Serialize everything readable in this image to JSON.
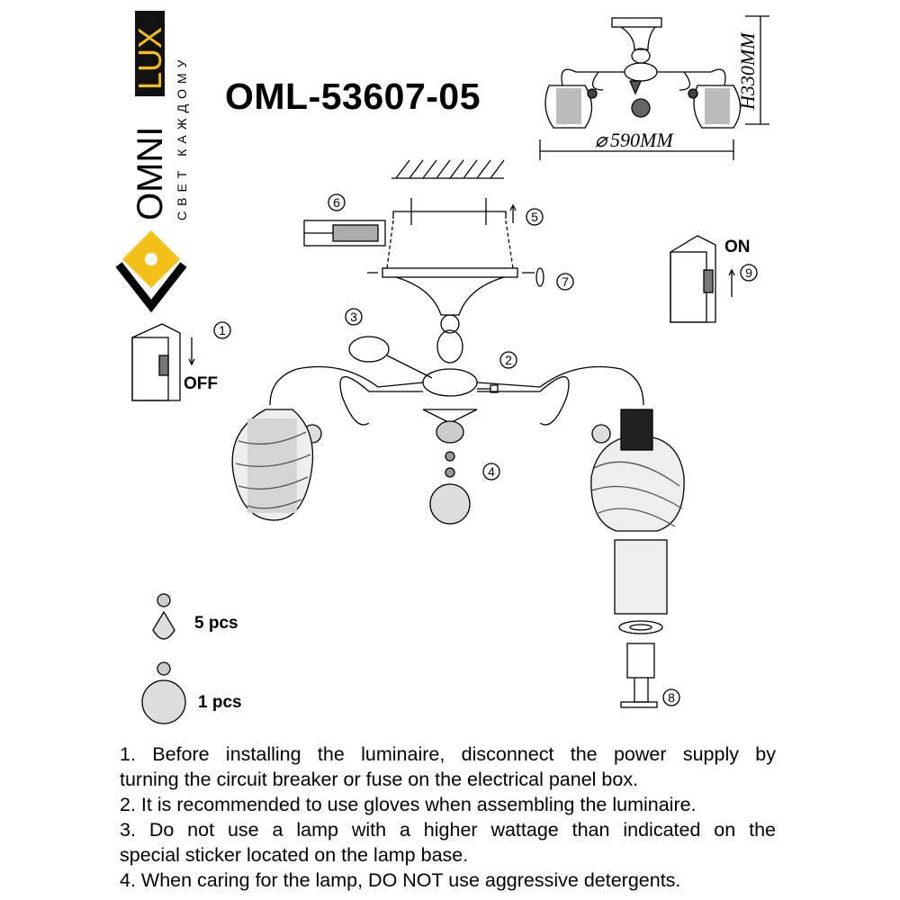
{
  "brand": {
    "logo_text_primary": "OMNI",
    "logo_text_accent": "LUX",
    "tagline": "СВЕТ КАЖДОМУ",
    "accent_color": "#f5bf1a"
  },
  "title": "OML-53607-05",
  "dimensions": {
    "diameter": "590MM",
    "diameter_symbol": "⌀",
    "height": "H330MM"
  },
  "steps": {
    "s1": "1",
    "s2": "2",
    "s3": "3",
    "s4": "4",
    "s5": "5",
    "s6": "6",
    "s7": "7",
    "s8": "8",
    "s9": "9"
  },
  "switch": {
    "off_label": "OFF",
    "on_label": "ON"
  },
  "parts": [
    {
      "qty": "5 pcs"
    },
    {
      "qty": "1 pcs"
    }
  ],
  "instructions": [
    {
      "lines": [
        "1. Before installing the luminaire, disconnect the power supply by",
        "turning the circuit breaker or fuse on the electrical panel box."
      ]
    },
    {
      "lines": [
        "2. It is recommended to use gloves when assembling the luminaire."
      ]
    },
    {
      "lines": [
        "3. Do not use a lamp with a higher wattage than indicated on the",
        "special sticker located on the lamp base."
      ]
    },
    {
      "lines": [
        "4. When caring for the lamp, DO NOT use aggressive detergents."
      ]
    }
  ]
}
